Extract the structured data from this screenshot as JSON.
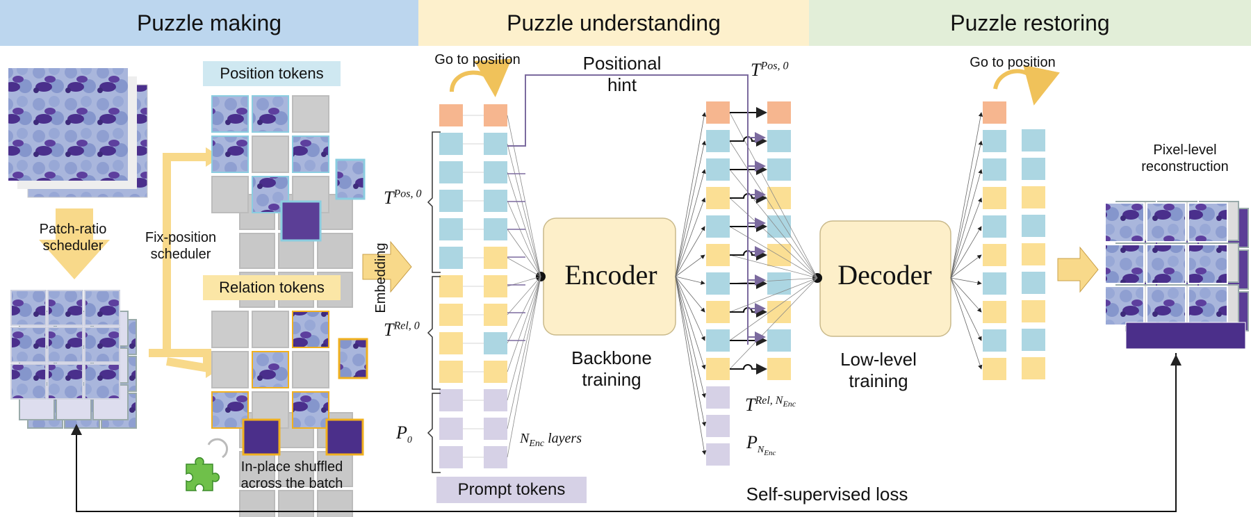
{
  "header": {
    "making": "Puzzle making",
    "understanding": "Puzzle understanding",
    "restoring": "Puzzle restoring",
    "colors": {
      "making": "#bcd6ee",
      "understanding": "#fdf0cc",
      "restoring": "#e2eed8"
    }
  },
  "making": {
    "position_tokens": "Position tokens",
    "relation_tokens": "Relation tokens",
    "patch_ratio_scheduler": "Patch-ratio\nscheduler",
    "fix_position_scheduler": "Fix-position\nscheduler",
    "shuffle_note": "In-place shuffled\nacross the batch"
  },
  "understanding": {
    "go_to_position": "Go to position",
    "positional_hint": "Positional\nhint",
    "embedding": "Embedding",
    "encoder": "Encoder",
    "backbone_training": "Backbone\ntraining",
    "prompt_tokens": "Prompt tokens",
    "t_pos_0": {
      "base": "T",
      "sup": "Pos, 0"
    },
    "t_rel_0": {
      "base": "T",
      "sup": "Rel, 0"
    },
    "p_0": {
      "base": "P",
      "sub": "0"
    },
    "n_enc_layers": {
      "base": "N",
      "sub": "Enc",
      "tail": " layers"
    },
    "t_pos_0_out": {
      "base": "T",
      "sup": "Pos, 0"
    },
    "t_rel_nenc": {
      "base": "T",
      "sup": "Rel, N",
      "supsub": "Enc"
    },
    "p_nenc": {
      "base": "P",
      "sub": "N",
      "subsub": "Enc"
    }
  },
  "restoring": {
    "go_to_position": "Go to position",
    "decoder": "Decoder",
    "low_level_training": "Low-level\ntraining",
    "pixel_reconstruction": "Pixel-level\nreconstruction"
  },
  "loss": "Self-supervised loss",
  "colors": {
    "orange": "#f6b68f",
    "blue": "#acd6e2",
    "yellow": "#fbdf94",
    "purple": "#d6d1e6",
    "module": "#fdefc9",
    "arrow": "#f8d98a",
    "hint": "#7b6a9e",
    "cyan_border": "#8bcde0",
    "gold_border": "#f0b01f"
  }
}
